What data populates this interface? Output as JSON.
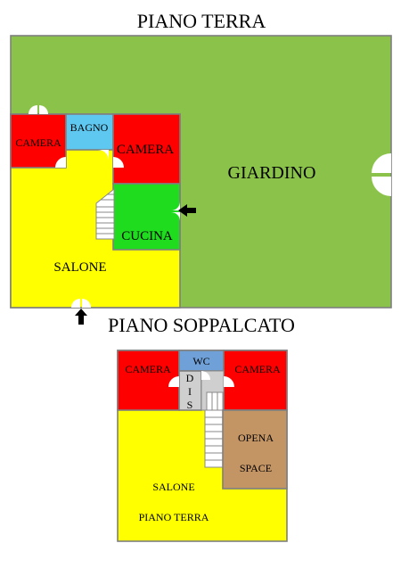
{
  "floors": {
    "ground": {
      "title": "PIANO TERRA",
      "rooms": {
        "garden": "GIARDINO",
        "camera_left": "CAMERA",
        "bagno": "BAGNO",
        "camera_right": "CAMERA",
        "cucina": "CUCINA",
        "salone": "SALONE"
      }
    },
    "mezzanine": {
      "title": "PIANO SOPPALCATO",
      "rooms": {
        "camera_left": "CAMERA",
        "wc": "WC",
        "camera_right": "CAMERA",
        "dis": [
          "D",
          "I",
          "S"
        ],
        "open_space_line1": "OPENA",
        "open_space_line2": "SPACE",
        "salone": "SALONE",
        "piano_terra_void": "PIANO TERRA"
      }
    }
  },
  "colors": {
    "garden": "#8bc34a",
    "camera": "#ff0000",
    "bagno": "#5ec8f0",
    "cucina": "#1fdc1f",
    "salone": "#ffff00",
    "wc": "#6fa1d8",
    "dis": "#cfcfcf",
    "open_space": "#c49564",
    "door": "#ffffff"
  }
}
